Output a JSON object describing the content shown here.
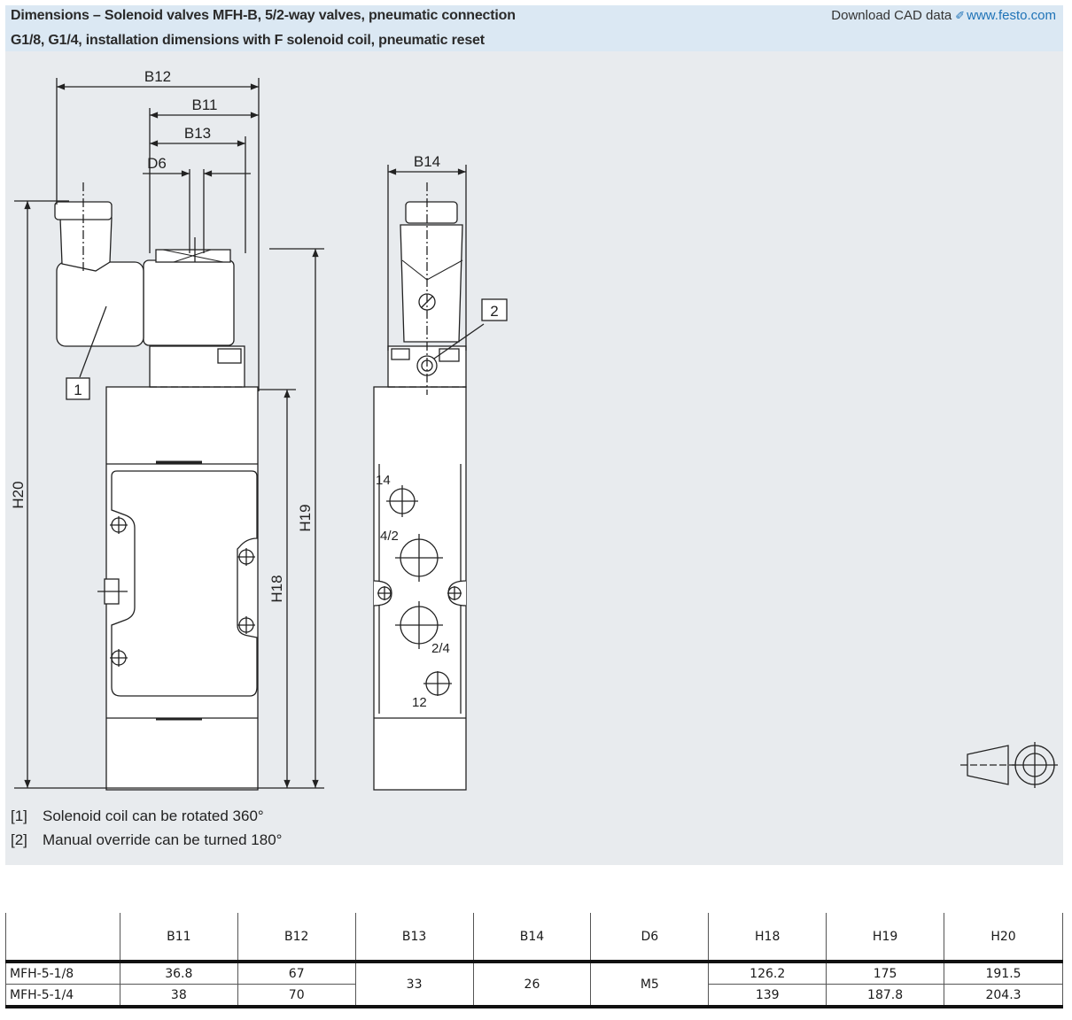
{
  "header": {
    "title_line1": "Dimensions – Solenoid valves MFH-B, 5/2-way valves, pneumatic connection",
    "title_line2": "G1/8, G1/4, installation dimensions with F solenoid coil, pneumatic reset",
    "cad_label": "Download CAD data",
    "cad_icon": "link-icon",
    "cad_url": "www.festo.com",
    "link_color": "#1f73b7"
  },
  "drawing": {
    "dims": {
      "b12": "B12",
      "b11": "B11",
      "b13": "B13",
      "d6": "D6",
      "b14": "B14",
      "h20": "H20",
      "h19": "H19",
      "h18": "H18"
    },
    "callouts": {
      "c1": "1",
      "c2": "2"
    },
    "ports": {
      "p14": "14",
      "p42": "4/2",
      "p24": "2/4",
      "p12": "12"
    },
    "projection_symbol": "first-angle-projection-icon"
  },
  "notes": [
    {
      "num": "[1]",
      "text": "Solenoid coil can be rotated 360°"
    },
    {
      "num": "[2]",
      "text": "Manual override can be turned 180°"
    }
  ],
  "table": {
    "headers": [
      "",
      "B11",
      "B12",
      "B13",
      "B14",
      "D6",
      "H18",
      "H19",
      "H20"
    ],
    "rows": [
      {
        "name": "MFH-5-1/8",
        "B11": "36.8",
        "B12": "67",
        "H18": "126.2",
        "H19": "175",
        "H20": "191.5"
      },
      {
        "name": "MFH-5-1/4",
        "B11": "38",
        "B12": "70",
        "H18": "139",
        "H19": "187.8",
        "H20": "204.3"
      }
    ],
    "shared": {
      "B13": "33",
      "B14": "26",
      "D6": "M5"
    }
  }
}
